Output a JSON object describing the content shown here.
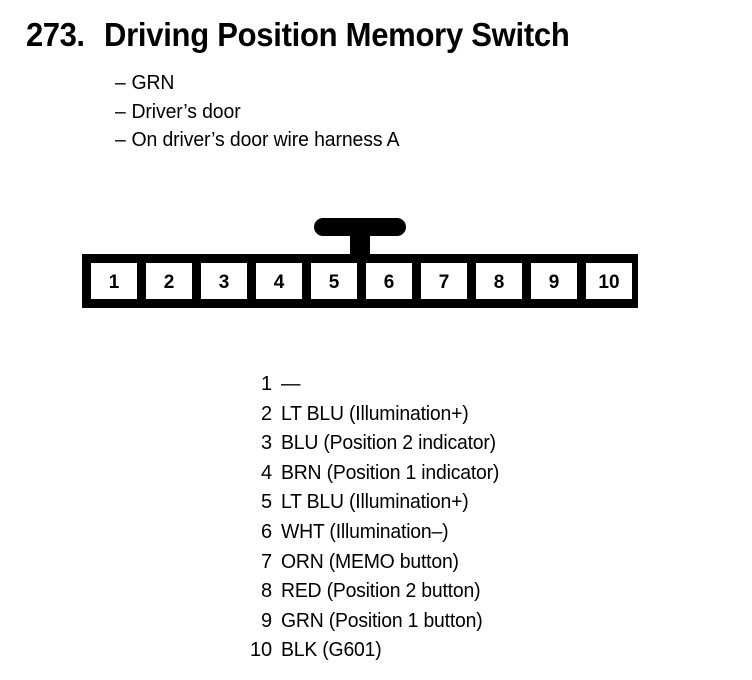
{
  "header": {
    "number": "273.",
    "title": "Driving Position Memory Switch"
  },
  "notes": {
    "dash": "–",
    "items": [
      "GRN",
      "Driver’s door",
      "On driver’s door wire harness A"
    ]
  },
  "connector": {
    "type": "10-pin inline connector",
    "locking_tab": "T-shaped locking tab centered above pins 5 and 6",
    "cells": [
      "1",
      "2",
      "3",
      "4",
      "5",
      "6",
      "7",
      "8",
      "9",
      "10"
    ]
  },
  "pinout": {
    "rows": [
      {
        "pin": "1",
        "desc": "—"
      },
      {
        "pin": "2",
        "desc": "LT BLU (Illumination+)"
      },
      {
        "pin": "3",
        "desc": "BLU (Position 2 indicator)"
      },
      {
        "pin": "4",
        "desc": "BRN (Position 1 indicator)"
      },
      {
        "pin": "5",
        "desc": "LT BLU (Illumination+)"
      },
      {
        "pin": "6",
        "desc": "WHT (Illumination–)"
      },
      {
        "pin": "7",
        "desc": "ORN (MEMO button)"
      },
      {
        "pin": "8",
        "desc": "RED (Position 2 button)"
      },
      {
        "pin": "9",
        "desc": "GRN (Position 1 button)"
      },
      {
        "pin": "10",
        "desc": "BLK (G601)"
      }
    ]
  },
  "colors": {
    "ink": "#000000",
    "paper": "#ffffff"
  }
}
